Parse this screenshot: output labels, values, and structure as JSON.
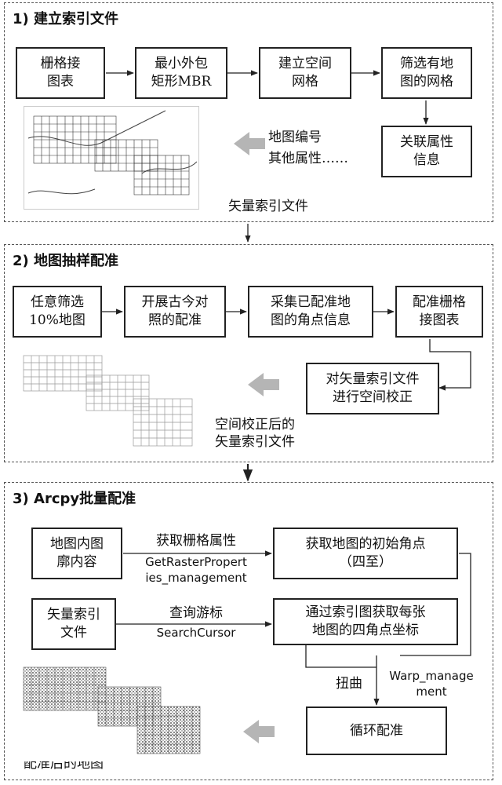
{
  "panel1": {
    "title": "1) 建立索引文件",
    "boxes": {
      "grid_sheet": "栅格接\n图表",
      "mbr": "最小外包\n矩形MBR",
      "build_grid": "建立空间\n网格",
      "filter_grid": "筛选有地\n图的网格",
      "link_attr": "关联属性\n信息"
    },
    "attr_text": "地图编号\n其他属性……",
    "caption": "矢量索引文件"
  },
  "panel2": {
    "title": "2) 地图抽样配准",
    "boxes": {
      "sample": "任意筛选\n10%地图",
      "compare": "开展古今对\n照的配准",
      "collect": "采集已配准地\n图的角点信息",
      "reg_grid": "配准栅格\n接图表",
      "correct": "对矢量索引文件\n进行空间校正"
    },
    "caption": "空间校正后的\n矢量索引文件"
  },
  "panel3": {
    "title": "3) Arcpy批量配准",
    "boxes": {
      "map_content": "地图内图\n廓内容",
      "init_corners": "获取地图的初始角点\n（四至）",
      "vector_index": "矢量索引\n文件",
      "four_corners": "通过索引图获取每张\n地图的四角点坐标",
      "loop": "循环配准"
    },
    "labels": {
      "get_raster": "获取栅格属性",
      "get_raster_fn": "GetRasterPropert\nies_management",
      "query": "查询游标",
      "cursor_fn": "SearchCursor",
      "twist": "扭曲",
      "warp_fn": "Warp_manage\nment"
    },
    "caption": "配准后的地图"
  }
}
